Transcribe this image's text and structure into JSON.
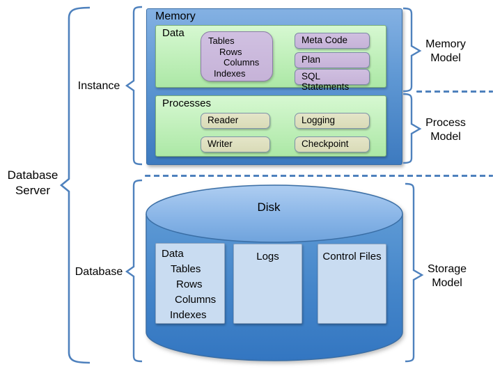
{
  "labels": {
    "database_server": "Database Server",
    "instance": "Instance",
    "database": "Database",
    "memory_model": "Memory Model",
    "process_model": "Process Model",
    "storage_model": "Storage Model"
  },
  "memory": {
    "title": "Memory",
    "data_section": {
      "title": "Data",
      "cache_lines": [
        "Tables",
        "Rows",
        "Columns",
        "Indexes"
      ],
      "items": [
        "Meta Code",
        "Plan",
        "SQL Statements"
      ]
    },
    "process_section": {
      "title": "Processes",
      "items": [
        "Reader",
        "Logging",
        "Writer",
        "Checkpoint"
      ]
    }
  },
  "storage": {
    "disk": "Disk",
    "data_file_lines": [
      "Data",
      "Tables",
      "Rows",
      "Columns",
      "Indexes"
    ],
    "logs": "Logs",
    "control_files": "Control Files"
  },
  "colors": {
    "accent_blue": "#4E81BD",
    "memory_box_top": "#84B1E3",
    "memory_box_bottom": "#3D7ABF",
    "green_fill": "#BFEFB9",
    "purple_fill": "#C6B3D8",
    "tan_fill": "#DCDEBB",
    "light_blue_fill": "#C9DCF1",
    "cylinder_top": "#A9CAEF",
    "cylinder_body": "#4586CA"
  }
}
